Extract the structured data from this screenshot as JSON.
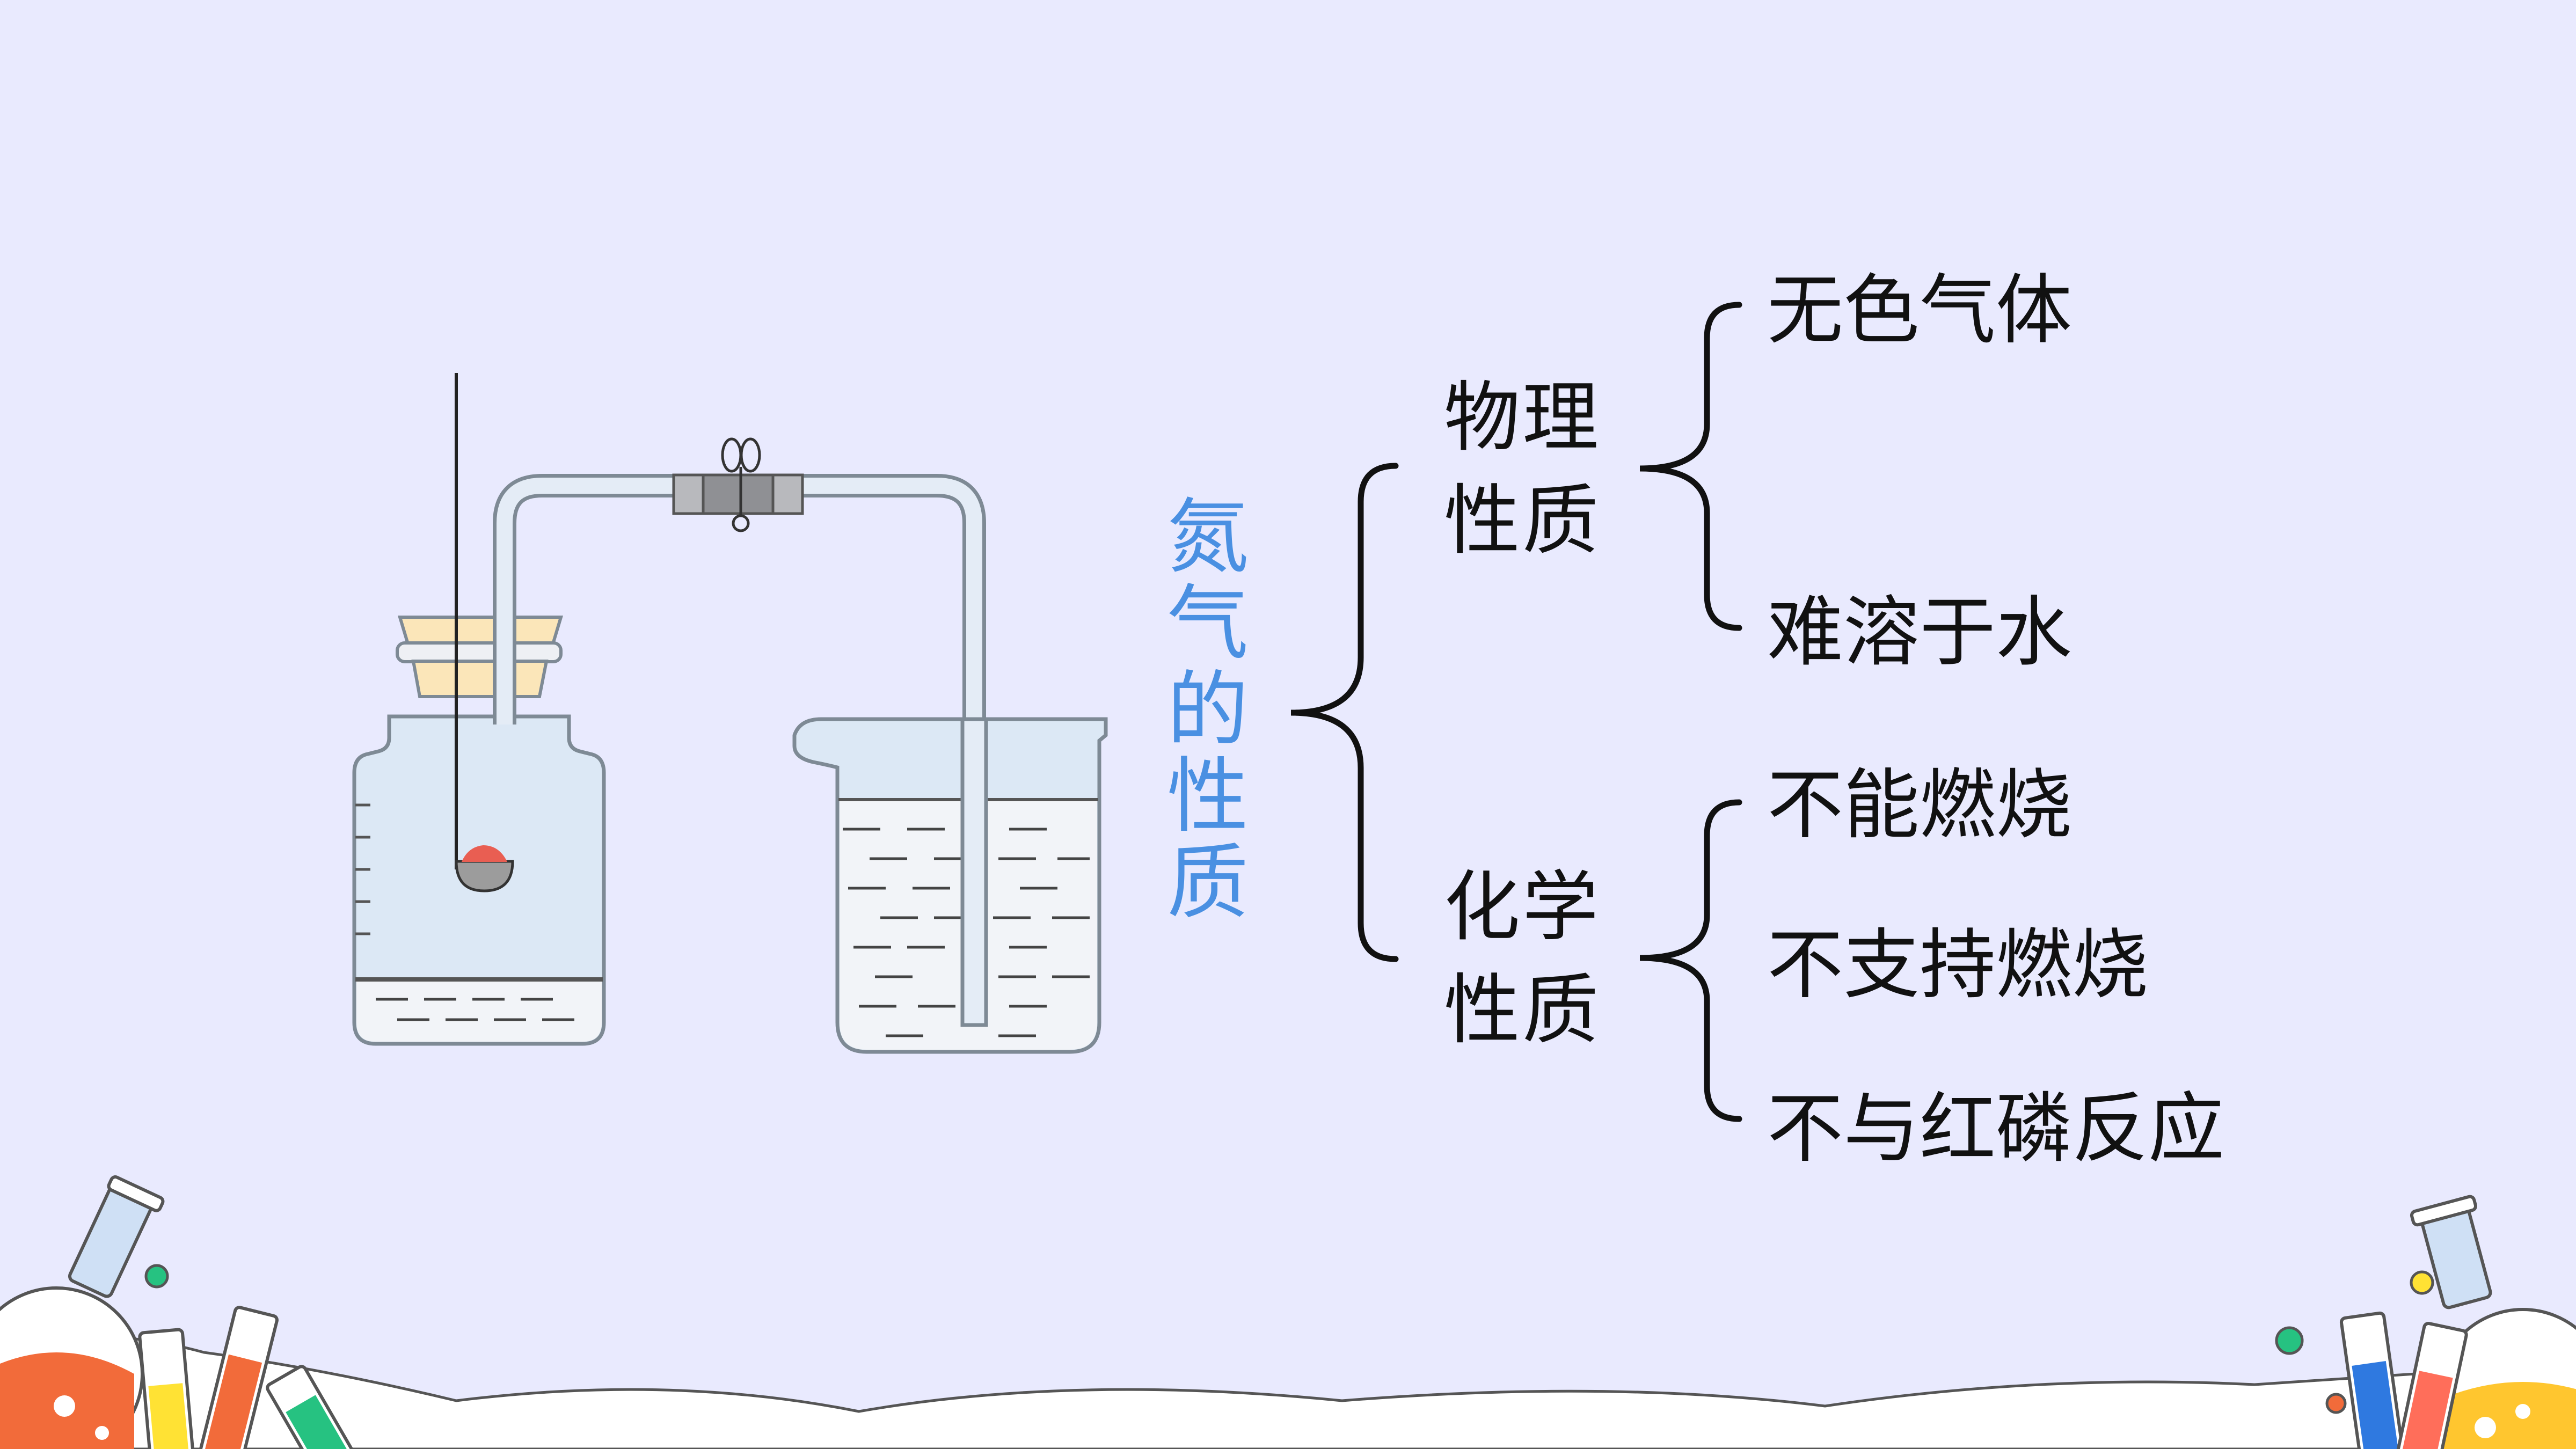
{
  "diagram": {
    "title": "氮气的性质",
    "physical": {
      "label": "物理性质",
      "items": [
        "无色气体",
        "难溶于水"
      ]
    },
    "chemical": {
      "label": "化学性质",
      "items": [
        "不能燃烧",
        "不支持燃烧",
        "不与红磷反应"
      ]
    }
  },
  "colors": {
    "background": "#e9eafe",
    "title": "#4a90e2",
    "text": "#111111",
    "water": "#e6ecf4",
    "glass_outline": "#7e8a95"
  },
  "icons": [
    "test-tube-icon",
    "flask-icon",
    "molecule-dot-icon"
  ]
}
